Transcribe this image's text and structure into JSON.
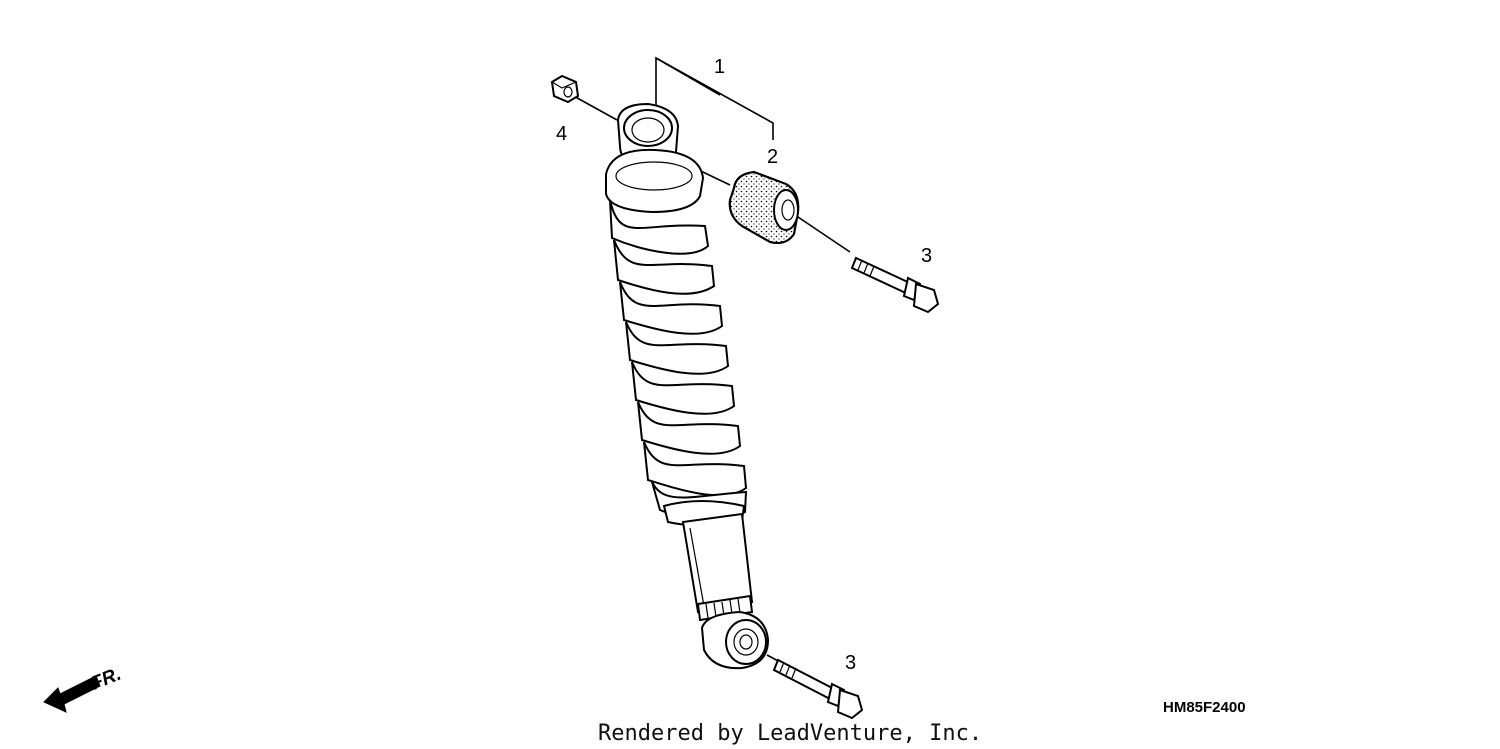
{
  "callouts": [
    {
      "id": "1"
    },
    {
      "id": "2"
    },
    {
      "id": "3"
    },
    {
      "id": "3"
    },
    {
      "id": "4"
    }
  ],
  "direction_marker": "FR.",
  "diagram_code": "HM85F2400",
  "credit": "Rendered by LeadVenture, Inc."
}
